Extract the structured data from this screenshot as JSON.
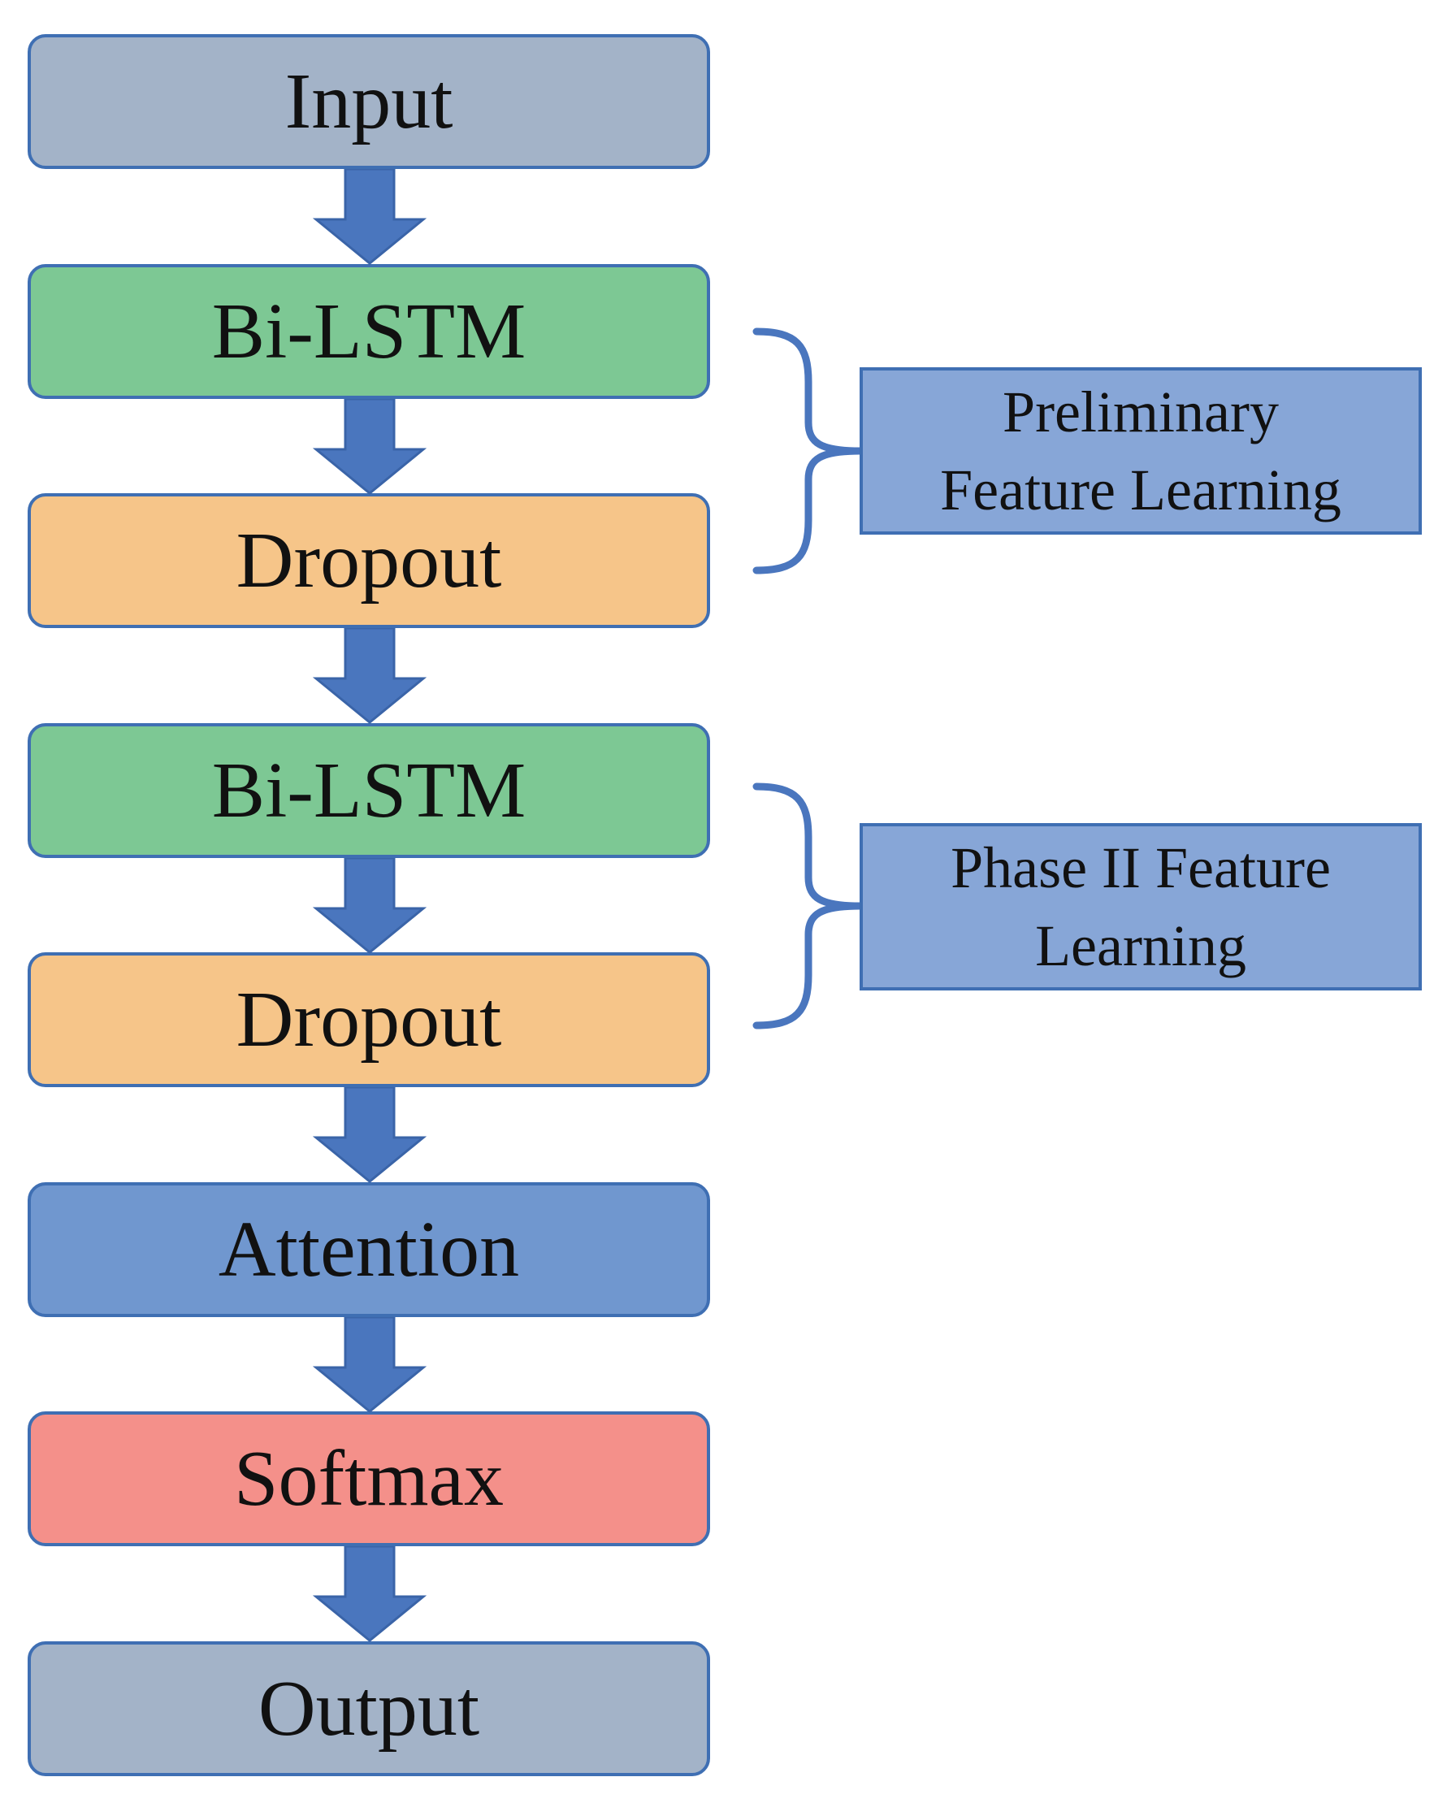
{
  "layers": [
    {
      "id": "input",
      "label": "Input",
      "color": "#a3b3c8"
    },
    {
      "id": "bilstm-1",
      "label": "Bi-LSTM",
      "color": "#7dc894"
    },
    {
      "id": "dropout-1",
      "label": "Dropout",
      "color": "#f6c589"
    },
    {
      "id": "bilstm-2",
      "label": "Bi-LSTM",
      "color": "#7dc894"
    },
    {
      "id": "dropout-2",
      "label": "Dropout",
      "color": "#f6c589"
    },
    {
      "id": "attention",
      "label": "Attention",
      "color": "#7097cf"
    },
    {
      "id": "softmax",
      "label": "Softmax",
      "color": "#f4908a"
    },
    {
      "id": "output",
      "label": "Output",
      "color": "#a3b3c8"
    }
  ],
  "annotations": [
    {
      "lines": [
        "Preliminary",
        "Feature Learning"
      ],
      "spans": [
        "bilstm-1",
        "dropout-1"
      ]
    },
    {
      "lines": [
        "Phase II Feature",
        "Learning"
      ],
      "spans": [
        "bilstm-2",
        "dropout-2"
      ]
    }
  ],
  "colors": {
    "arrow": "#4a76be",
    "arrow_outline": "#3a64a8",
    "brace": "#4a76be",
    "note_fill": "#87a6d7",
    "note_border": "#3f6fb3"
  }
}
